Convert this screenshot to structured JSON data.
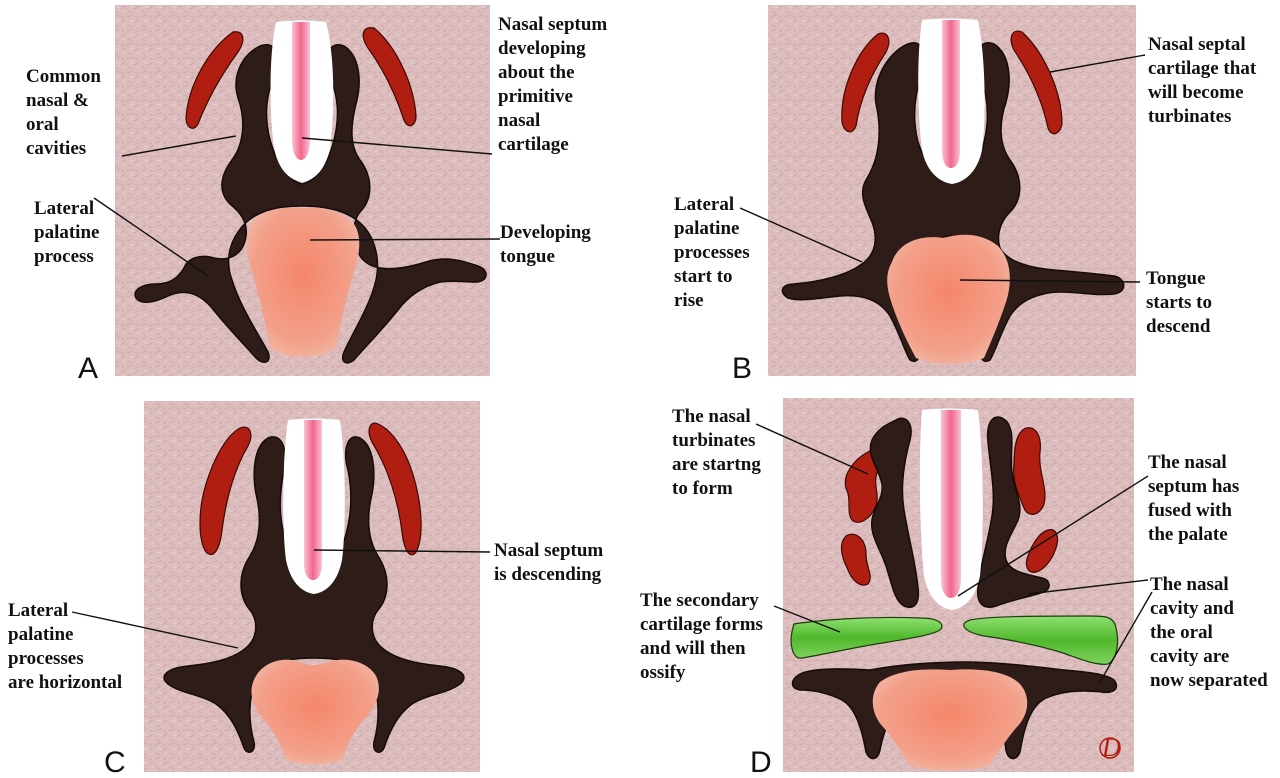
{
  "panels": {
    "a": {
      "letter": "A",
      "labels": {
        "common_cavities": [
          "Common",
          "nasal &",
          "oral",
          "cavities"
        ],
        "lateral_process": [
          "Lateral",
          "palatine",
          "process"
        ],
        "septum": [
          "Nasal septum",
          "developing",
          "about the",
          "primitive",
          "nasal",
          "cartilage"
        ],
        "tongue": [
          "Developing",
          "tongue"
        ]
      }
    },
    "b": {
      "letter": "B",
      "labels": {
        "septal_cartilage": [
          "Nasal septal",
          "cartilage that",
          "will become",
          "turbinates"
        ],
        "lateral_processes": [
          "Lateral",
          "palatine",
          "processes",
          "start to",
          "rise"
        ],
        "tongue": [
          "Tongue",
          "starts to",
          "descend"
        ]
      }
    },
    "c": {
      "letter": "C",
      "labels": {
        "septum": [
          "Nasal septum",
          "is descending"
        ],
        "lateral_processes": [
          "Lateral",
          "palatine",
          "processes",
          "are horizontal"
        ]
      }
    },
    "d": {
      "letter": "D",
      "labels": {
        "turbinates": [
          "The nasal",
          "turbinates",
          "are startng",
          "to form"
        ],
        "septum_fused": [
          "The nasal",
          "septum has",
          "fused with",
          "the palate"
        ],
        "secondary_cartilage": [
          "The secondary",
          "cartilage forms",
          "and will then",
          "ossify"
        ],
        "cavities_separated": [
          "The nasal",
          "cavity and",
          "the oral",
          "cavity are",
          "now separated"
        ]
      },
      "signature": "D"
    }
  },
  "colors": {
    "background_tissue": "#dcbcbc",
    "dark_tissue": "#2e1c18",
    "cartilage_red": "#b01e12",
    "tongue_salmon": "#f08a70",
    "septum_pink": "#f27a9a",
    "secondary_cartilage_green": "#5cc43a"
  }
}
